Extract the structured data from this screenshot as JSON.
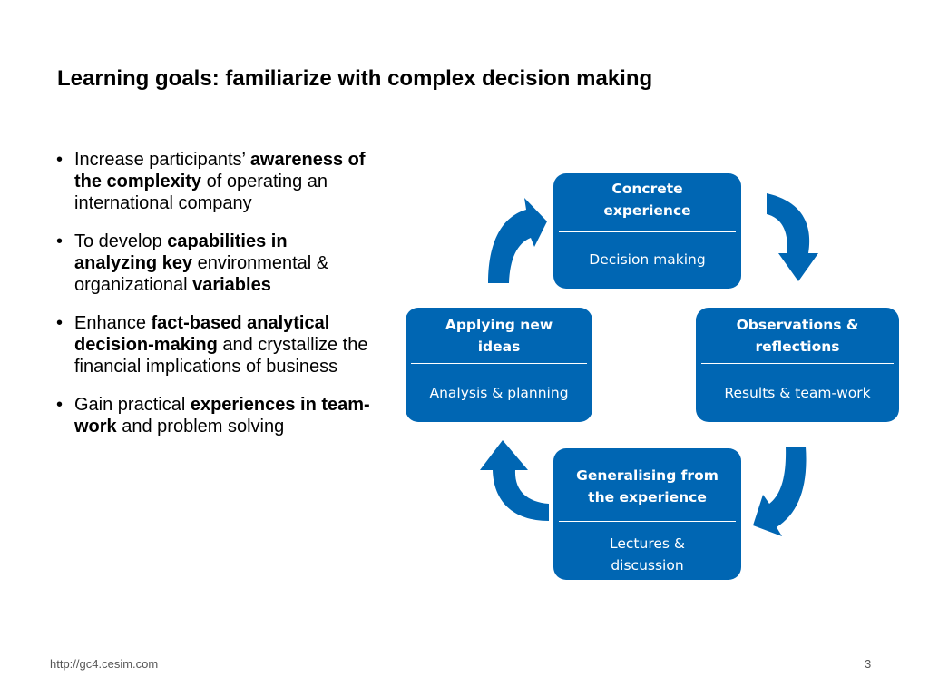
{
  "slide": {
    "title": "Learning goals: familiarize with complex decision making"
  },
  "bullets": [
    [
      {
        "t": "Increase participants’ ",
        "b": false
      },
      {
        "t": "awareness of the complexity",
        "b": true
      },
      {
        "t": " of operating an international company",
        "b": false
      }
    ],
    [
      {
        "t": "To develop ",
        "b": false
      },
      {
        "t": "capabilities in analyzing key",
        "b": true
      },
      {
        "t": " environmental & organizational ",
        "b": false
      },
      {
        "t": "variables",
        "b": true
      }
    ],
    [
      {
        "t": "Enhance ",
        "b": false
      },
      {
        "t": "fact-based analytical decision-making",
        "b": true
      },
      {
        "t": " and crystallize the financial implications of business",
        "b": false
      }
    ],
    [
      {
        "t": "Gain practical ",
        "b": false
      },
      {
        "t": "experiences in team-work",
        "b": true
      },
      {
        "t": " and problem solving",
        "b": false
      }
    ]
  ],
  "cycle": {
    "color": "#0066b3",
    "top": {
      "head_1": "Concrete",
      "head_2": "experience",
      "sub_1": "Decision making",
      "sub_2": ""
    },
    "right": {
      "head_1": "Observations &",
      "head_2": "reflections",
      "sub_1": "Results & team-work",
      "sub_2": ""
    },
    "bottom": {
      "head_1": "Generalising from",
      "head_2": "the experience",
      "sub_1": "Lectures &",
      "sub_2": "discussion"
    },
    "left": {
      "head_1": "Applying new",
      "head_2": "ideas",
      "sub_1": "Analysis & planning",
      "sub_2": ""
    }
  },
  "footer": {
    "url": "http://gc4.cesim.com",
    "page": "3"
  }
}
